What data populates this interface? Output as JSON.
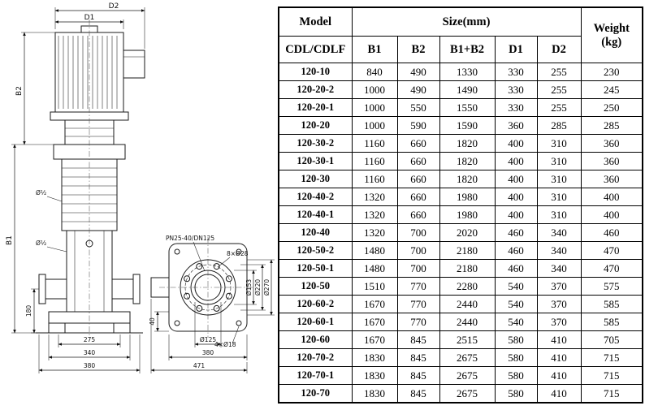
{
  "drawing": {
    "labels": {
      "d2": "D2",
      "d1": "D1",
      "b2": "B2",
      "b1": "B1",
      "dim180": "180",
      "dim275": "275",
      "dim340": "340",
      "dim380": "380",
      "plug": "Ø½",
      "flange_spec": "PN25-40/DN125",
      "bolts8": "8×Ø28",
      "bolts4": "4×Ø18",
      "dia125": "Ø125",
      "dia153": "Ø153",
      "dia220": "Ø220",
      "dia270": "Ø270",
      "dim40": "40",
      "dim380_plan": "380",
      "dim471": "471"
    }
  },
  "table": {
    "title_model": "Model",
    "title_size": "Size(mm)",
    "title_weight_1": "Weight",
    "title_weight_2": "(kg)",
    "sub_model": "CDL/CDLF",
    "columns": [
      "B1",
      "B2",
      "B1+B2",
      "D1",
      "D2"
    ],
    "rows": [
      [
        "120-10",
        "840",
        "490",
        "1330",
        "330",
        "255",
        "230"
      ],
      [
        "120-20-2",
        "1000",
        "490",
        "1490",
        "330",
        "255",
        "245"
      ],
      [
        "120-20-1",
        "1000",
        "550",
        "1550",
        "330",
        "255",
        "250"
      ],
      [
        "120-20",
        "1000",
        "590",
        "1590",
        "360",
        "285",
        "285"
      ],
      [
        "120-30-2",
        "1160",
        "660",
        "1820",
        "400",
        "310",
        "360"
      ],
      [
        "120-30-1",
        "1160",
        "660",
        "1820",
        "400",
        "310",
        "360"
      ],
      [
        "120-30",
        "1160",
        "660",
        "1820",
        "400",
        "310",
        "360"
      ],
      [
        "120-40-2",
        "1320",
        "660",
        "1980",
        "400",
        "310",
        "400"
      ],
      [
        "120-40-1",
        "1320",
        "660",
        "1980",
        "400",
        "310",
        "400"
      ],
      [
        "120-40",
        "1320",
        "700",
        "2020",
        "460",
        "340",
        "460"
      ],
      [
        "120-50-2",
        "1480",
        "700",
        "2180",
        "460",
        "340",
        "470"
      ],
      [
        "120-50-1",
        "1480",
        "700",
        "2180",
        "460",
        "340",
        "470"
      ],
      [
        "120-50",
        "1510",
        "770",
        "2280",
        "540",
        "370",
        "575"
      ],
      [
        "120-60-2",
        "1670",
        "770",
        "2440",
        "540",
        "370",
        "585"
      ],
      [
        "120-60-1",
        "1670",
        "770",
        "2440",
        "540",
        "370",
        "585"
      ],
      [
        "120-60",
        "1670",
        "845",
        "2515",
        "580",
        "410",
        "705"
      ],
      [
        "120-70-2",
        "1830",
        "845",
        "2675",
        "580",
        "410",
        "715"
      ],
      [
        "120-70-1",
        "1830",
        "845",
        "2675",
        "580",
        "410",
        "715"
      ],
      [
        "120-70",
        "1830",
        "845",
        "2675",
        "580",
        "410",
        "715"
      ]
    ]
  }
}
